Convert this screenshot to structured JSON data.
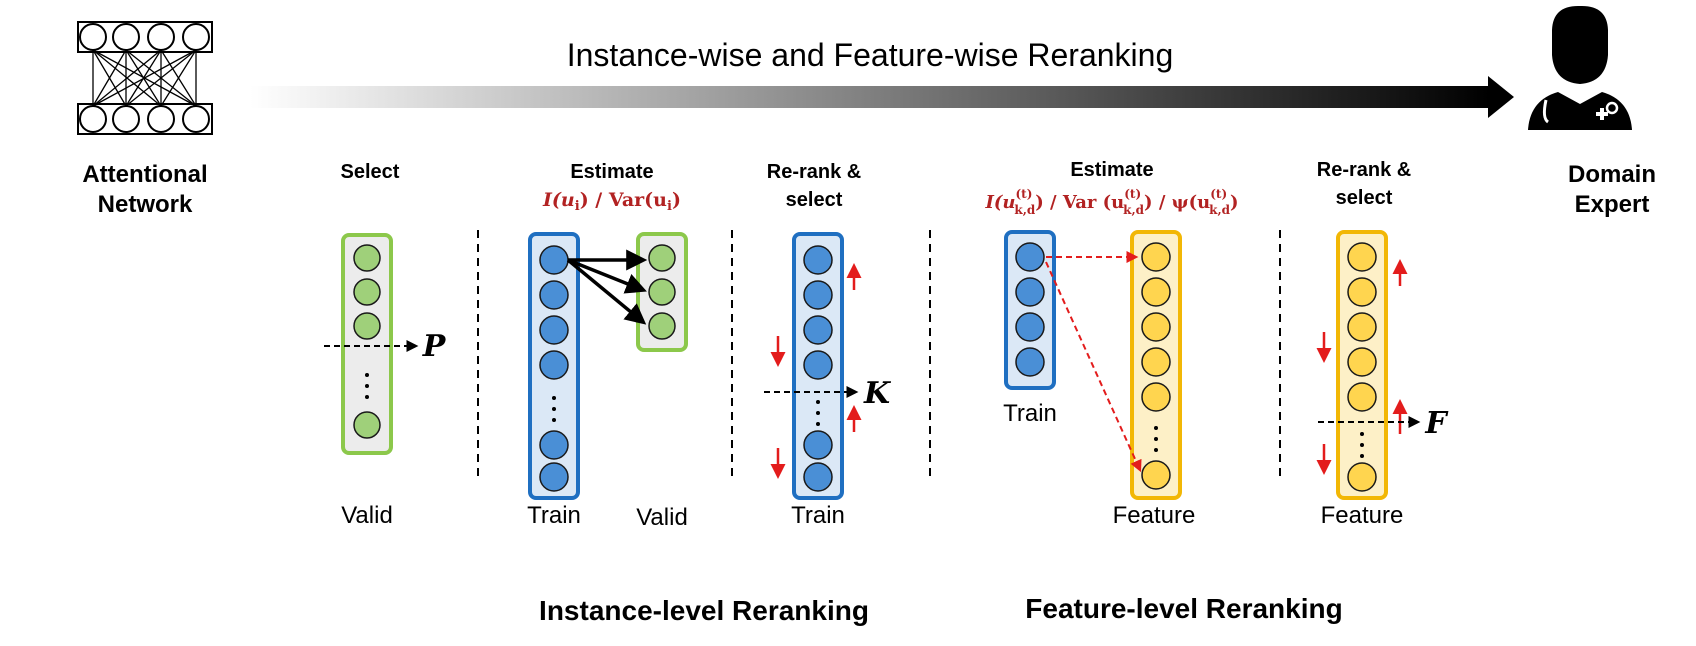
{
  "header": {
    "title": "Instance-wise and Feature-wise Reranking"
  },
  "left": {
    "label_line1": "Attentional",
    "label_line2": "Network"
  },
  "right": {
    "label_line1": "Domain",
    "label_line2": "Expert"
  },
  "steps": {
    "select": {
      "title": "Select",
      "symbol": "P",
      "box_label": "Valid"
    },
    "estimate_instance": {
      "title": "Estimate",
      "formula": "I(u",
      "formula_sub": "i",
      "formula_mid": ") / Var(u",
      "formula_sub2": "i",
      "formula_end": ")",
      "label_train": "Train",
      "label_valid": "Valid"
    },
    "rerank_instance": {
      "title_line1": "Re-rank &",
      "title_line2": "select",
      "symbol": "K",
      "box_label": "Train"
    },
    "estimate_feature": {
      "title": "Estimate",
      "formula_text": "I(u",
      "formula_sup": "(t)",
      "formula_sub": "k,d",
      "var_text": ") / Var (u",
      "psi_text": ") / ψ(u",
      "formula_end": ")",
      "label_train": "Train",
      "label_feature": "Feature"
    },
    "rerank_feature": {
      "title_line1": "Re-rank &",
      "title_line2": "select",
      "symbol": "F",
      "box_label": "Feature"
    }
  },
  "footer": {
    "instance_label": "Instance-level Reranking",
    "feature_label": "Feature-level Reranking"
  },
  "colors": {
    "green_border": "#8cc84b",
    "green_fill": "#9fd07a",
    "blue_border": "#1f6fc1",
    "blue_fill": "#4a8fd6",
    "yellow_border": "#f2b705",
    "yellow_fill": "#ffd54f",
    "red": "#e31c1c",
    "formula_red": "#b22222"
  }
}
